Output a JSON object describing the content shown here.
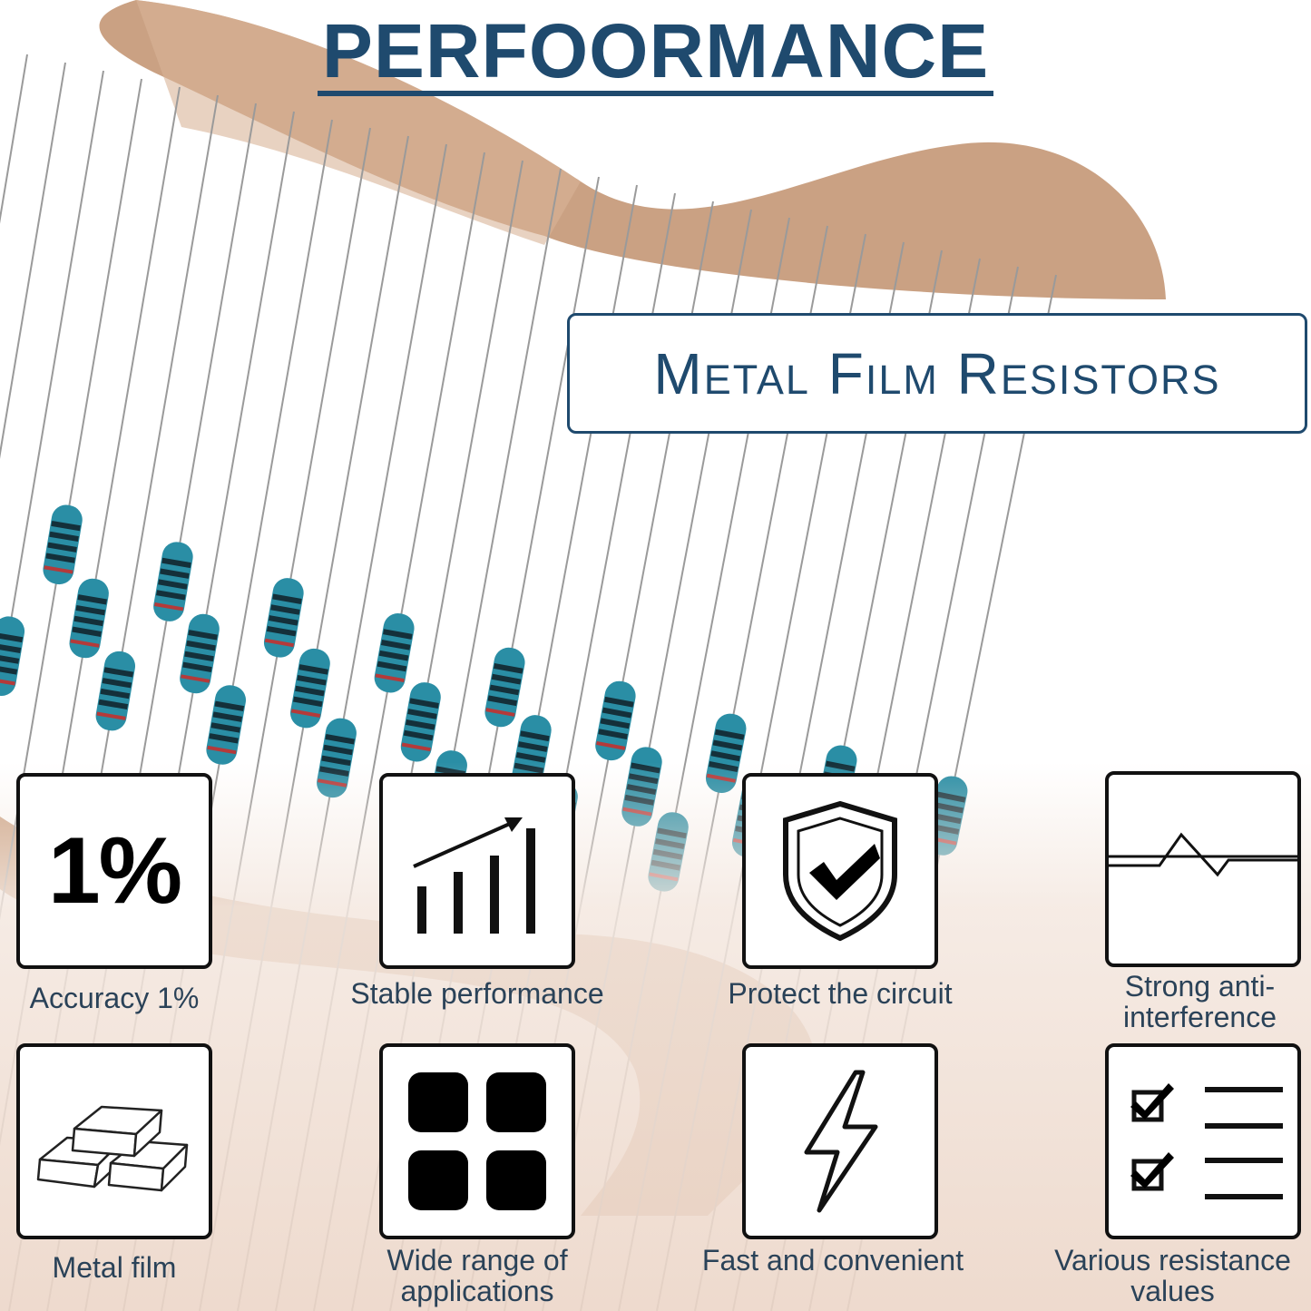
{
  "title": "PERFOORMANCE",
  "subtitle": "Metal Film Resistors",
  "colors": {
    "title": "#1f4a6e",
    "label": "#2a4258",
    "tape": "#c69978",
    "resistor_body": "#2a8ea5",
    "resistor_band": "#14303a",
    "resistor_red_band": "#b43a3a",
    "lead_wire": "#9a9a9a"
  },
  "features": [
    {
      "icon": "percent-icon",
      "icon_text": "1%",
      "label": "Accuracy 1%"
    },
    {
      "icon": "rising-bar-chart-icon",
      "label": "Stable performance"
    },
    {
      "icon": "shield-check-icon",
      "label": "Protect the circuit"
    },
    {
      "icon": "signal-wave-icon",
      "label": "Strong anti-interference"
    },
    {
      "icon": "metal-bars-icon",
      "label": "Metal film"
    },
    {
      "icon": "four-squares-icon",
      "label": "Wide range of applications"
    },
    {
      "icon": "lightning-icon",
      "label": "Fast and convenient"
    },
    {
      "icon": "checklist-icon",
      "label": "Various resistance values"
    }
  ]
}
